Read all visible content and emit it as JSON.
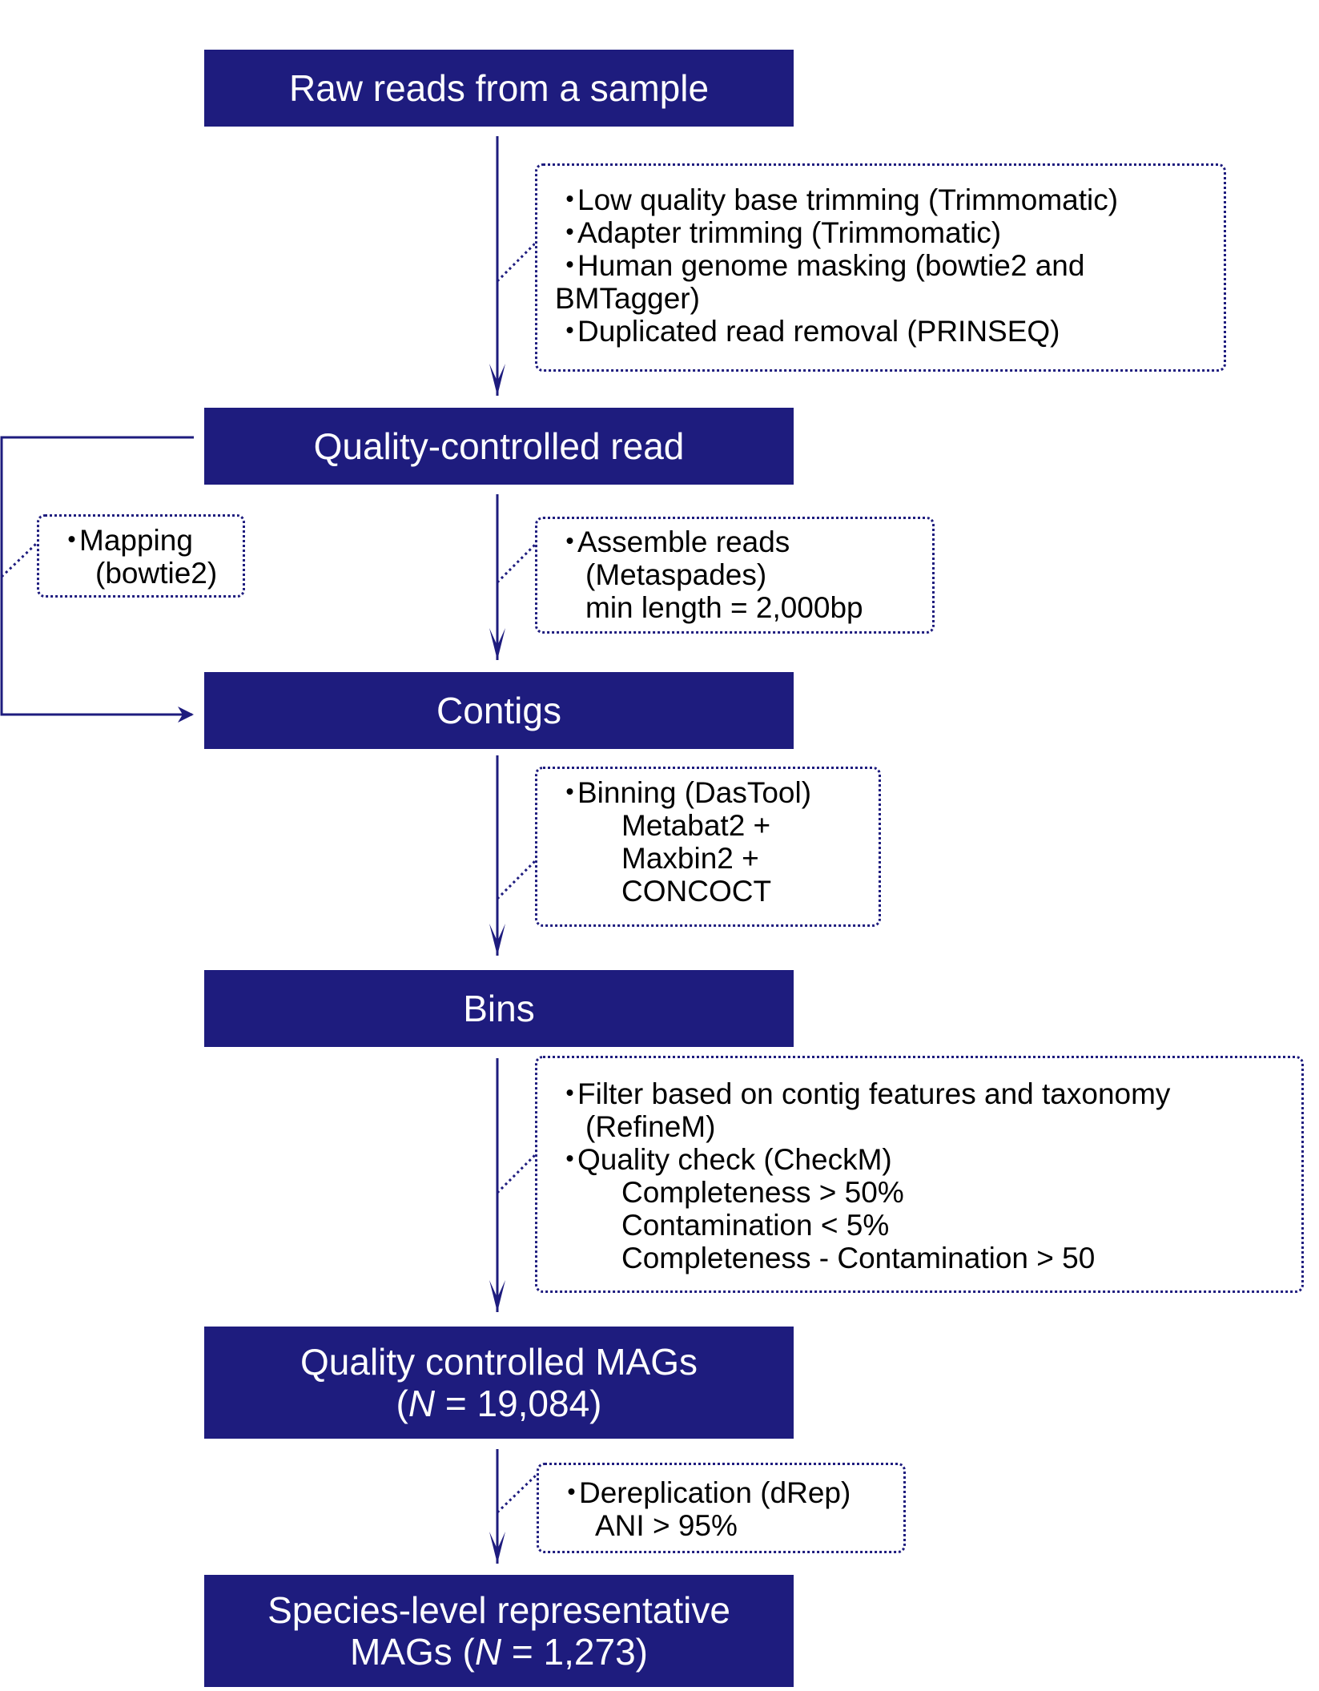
{
  "stages": {
    "raw": [
      "Raw reads from a sample"
    ],
    "qc_read": [
      "Quality-controlled read"
    ],
    "contigs": [
      "Contigs"
    ],
    "bins": [
      "Bins"
    ],
    "qc_mags": [
      "Quality controlled MAGs",
      "(N = 19,084)"
    ],
    "species_mags": [
      "Species-level representative",
      "MAGs (N = 1,273)"
    ]
  },
  "steps": {
    "preprocessing": [
      "Low quality base trimming (Trimmomatic)",
      "Adapter trimming (Trimmomatic)",
      "Human genome masking (bowtie2 and",
      "BMTagger)",
      "Duplicated read removal (PRINSEQ)"
    ],
    "mapping": [
      "Mapping",
      "(bowtie2)"
    ],
    "assembly": [
      "Assemble reads",
      "(Metaspades)",
      "min length = 2,000bp"
    ],
    "binning": [
      "Binning (DasTool)",
      "Metabat2 +",
      "Maxbin2 +",
      "CONCOCT"
    ],
    "refinement": [
      "Filter based on contig features and taxonomy",
      "(RefineM)",
      "Quality check (CheckM)",
      "Completeness > 50%",
      "Contamination < 5%",
      "Completeness - Contamination > 50"
    ],
    "dereplication": [
      "Dereplication (dRep)",
      "ANI > 95%"
    ]
  },
  "colors": {
    "box": "#1e1c7e",
    "text_on_box": "#ffffff",
    "arrow": "#1e1c7e"
  }
}
